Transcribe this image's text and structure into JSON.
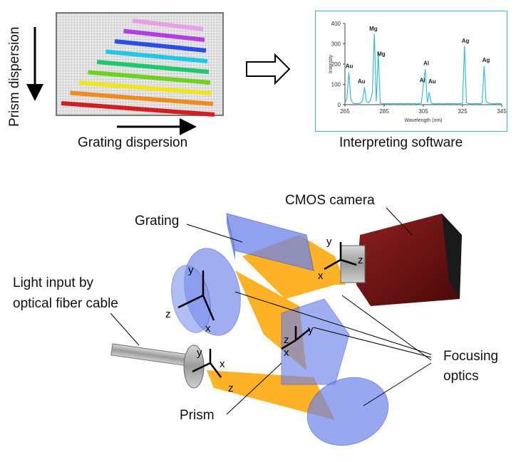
{
  "colors": {
    "spectrum_line": "#2ab7e6",
    "frame": "#3ab0d8",
    "light_beam": "#ffa500",
    "optics": "#5b7fe6",
    "camera_body": "#7a1515"
  },
  "labels": {
    "prism_dispersion": "Prism dispersion",
    "grating_dispersion": "Grating dispersion",
    "interpreting_software": "Interpreting software",
    "cmos_camera": "CMOS camera",
    "grating": "Grating",
    "light_input_line1": "Light input by",
    "light_input_line2": "optical fiber cable",
    "focusing_line1": "Focusing",
    "focusing_line2": "optics",
    "prism": "Prism"
  },
  "axes_letters": {
    "x": "x",
    "y": "y",
    "z": "z"
  },
  "stripes": [
    {
      "color": "#e6a0e6"
    },
    {
      "color": "#b23ce6"
    },
    {
      "color": "#2850e6"
    },
    {
      "color": "#1ec8e6"
    },
    {
      "color": "#1ec870"
    },
    {
      "color": "#6ed21e"
    },
    {
      "color": "#f0e61e"
    },
    {
      "color": "#f08c1e"
    },
    {
      "color": "#d21e1e"
    }
  ],
  "chart_data": {
    "type": "line",
    "title": "",
    "xlabel": "Wavelength (nm)",
    "ylabel": "Intensity",
    "xlim": [
      265,
      345
    ],
    "ylim": [
      0,
      400
    ],
    "xticks": [
      265,
      285,
      305,
      325,
      345
    ],
    "yticks": [
      0,
      100,
      200,
      300,
      400
    ],
    "x": [
      265,
      266,
      267,
      268,
      269,
      270,
      271,
      272,
      273,
      274,
      275,
      276,
      277,
      278,
      279,
      280,
      281,
      282,
      283,
      284,
      285,
      286,
      287,
      288,
      289,
      290,
      291,
      292,
      293,
      294,
      295,
      296,
      297,
      298,
      299,
      300,
      301,
      302,
      303,
      304,
      305,
      306,
      307,
      308,
      309,
      310,
      311,
      312,
      313,
      314,
      315,
      316,
      317,
      318,
      319,
      320,
      321,
      322,
      323,
      324,
      325,
      326,
      327,
      328,
      329,
      330,
      331,
      332,
      333,
      334,
      335,
      336,
      337,
      338,
      339,
      340,
      341,
      342,
      343,
      344,
      345
    ],
    "y": [
      10,
      30,
      160,
      25,
      8,
      6,
      5,
      6,
      8,
      20,
      85,
      15,
      10,
      20,
      60,
      350,
      15,
      260,
      8,
      5,
      4,
      5,
      6,
      4,
      5,
      6,
      5,
      4,
      6,
      5,
      4,
      5,
      6,
      5,
      4,
      6,
      5,
      4,
      6,
      8,
      100,
      175,
      10,
      60,
      8,
      5,
      4,
      5,
      6,
      5,
      4,
      5,
      6,
      5,
      4,
      6,
      5,
      4,
      6,
      5,
      8,
      290,
      10,
      6,
      5,
      4,
      5,
      6,
      5,
      4,
      10,
      190,
      15,
      8,
      6,
      5,
      4,
      5,
      6,
      5,
      4
    ],
    "annotations": [
      {
        "text": "Au",
        "x": 267.2,
        "y": 180
      },
      {
        "text": "Au",
        "x": 273.5,
        "y": 105
      },
      {
        "text": "Mg",
        "x": 279.5,
        "y": 365
      },
      {
        "text": "Mg",
        "x": 283.5,
        "y": 240
      },
      {
        "text": "Al",
        "x": 304.5,
        "y": 110
      },
      {
        "text": "Al",
        "x": 306.5,
        "y": 195
      },
      {
        "text": "Au",
        "x": 309.5,
        "y": 105
      },
      {
        "text": "Ag",
        "x": 326.5,
        "y": 305
      },
      {
        "text": "Ag",
        "x": 337,
        "y": 210
      }
    ]
  }
}
